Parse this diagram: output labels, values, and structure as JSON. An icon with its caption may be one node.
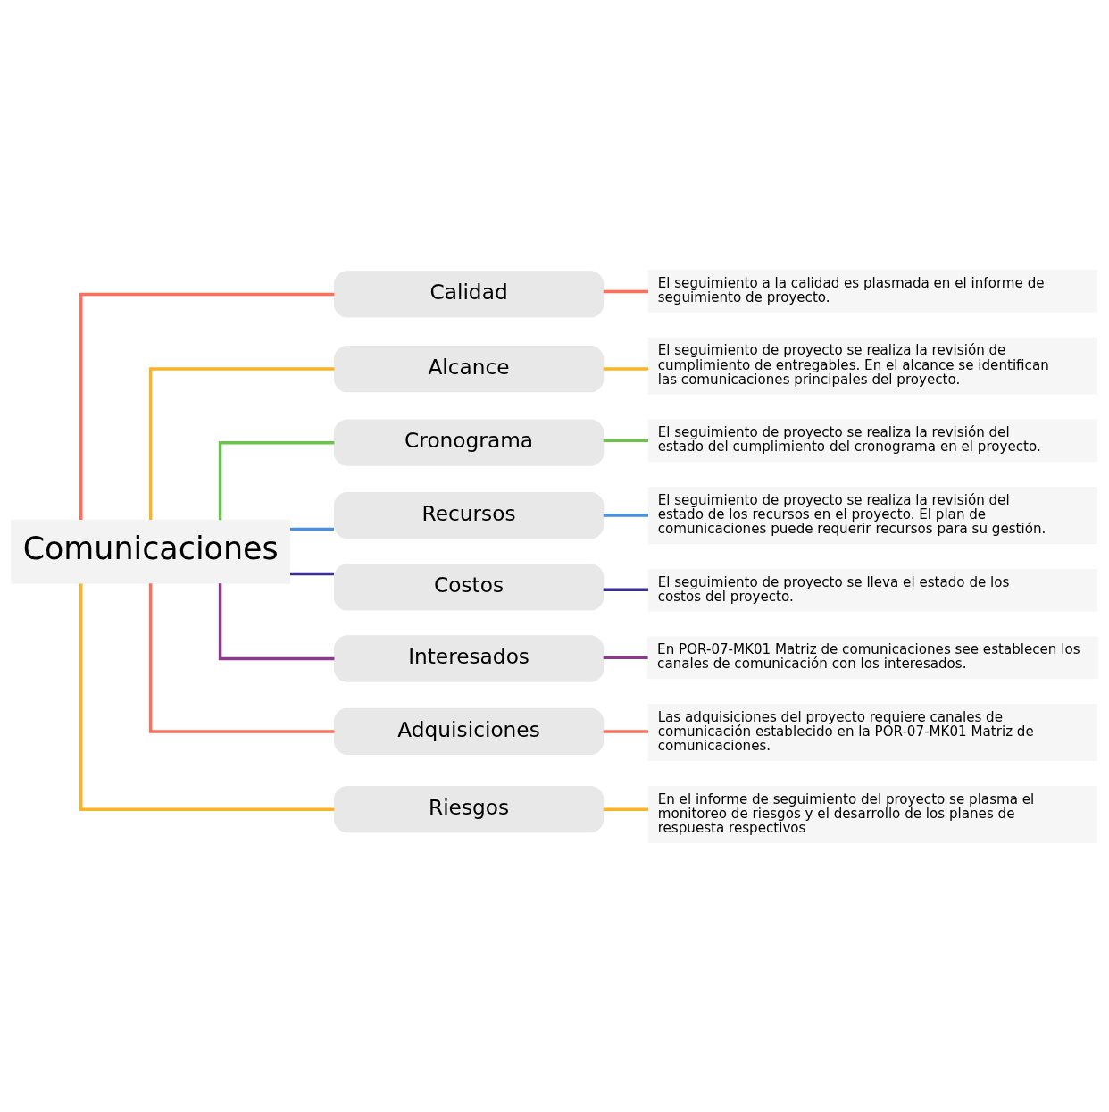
{
  "diagram": {
    "nodes": [
      {
        "text": [
          "Comunicaciones"
        ]
      },
      {
        "text": [
          "Calidad"
        ]
      },
      {
        "text": [
          "El seguimiento a la calidad es plasmada en el informe de seguimiento de proyecto."
        ]
      },
      {
        "text": [
          "Alcance"
        ]
      },
      {
        "text": [
          "El seguimiento de proyecto se realiza la revisión de cumplimiento de entregables. En el alcance se identifican las comunicaciones principales del proyecto."
        ]
      },
      {
        "text": [
          "Cronograma"
        ]
      },
      {
        "text": [
          "El seguimiento de proyecto se realiza la revisión del estado del cumplimiento del cronograma en el proyecto."
        ]
      },
      {
        "text": [
          "Recursos"
        ]
      },
      {
        "text": [
          "El seguimiento de proyecto se realiza la revisión del estado de los recursos en el proyecto. El plan de comunicaciones puede requerir recursos para su gestión."
        ]
      },
      {
        "text": [
          "Costos"
        ]
      },
      {
        "text": [
          "El seguimiento de proyecto se lleva el estado de los costos del proyecto."
        ]
      },
      {
        "text": [
          "Interesados"
        ]
      },
      {
        "text": [
          "En POR-07-MK01 Matriz de comunicaciones see establecen los canales de comunicación con los interesados."
        ]
      },
      {
        "text": [
          "Adquisiciones"
        ]
      },
      {
        "text": [
          "Las adquisiciones del proyecto requiere canales de comunicación establecido en la POR-07-MK01 Matriz de comunicaciones."
        ]
      },
      {
        "text": [
          "Riesgos"
        ]
      },
      {
        "text": [
          "En el informe de seguimiento del proyecto se plasma el monitoreo de riesgos y el desarrollo de los planes de respuesta respectivos"
        ]
      }
    ],
    "edges": [
      {
        "from": 0,
        "to": 1,
        "arrow": "none",
        "color": "#fe6e5a"
      },
      {
        "from": 1,
        "to": 2,
        "arrow": "none",
        "color": "#fe6e5a"
      },
      {
        "from": 0,
        "to": 3,
        "arrow": "none",
        "color": "#fbb323"
      },
      {
        "from": 3,
        "to": 4,
        "arrow": "none",
        "color": "#fbb323"
      },
      {
        "from": 0,
        "to": 5,
        "arrow": "none",
        "color": "#6cc24a"
      },
      {
        "from": 5,
        "to": 6,
        "arrow": "none",
        "color": "#6cc24a"
      },
      {
        "from": 0,
        "to": 7,
        "arrow": "none",
        "color": "#4a8fe0"
      },
      {
        "from": 7,
        "to": 8,
        "arrow": "none",
        "color": "#4a8fe0"
      },
      {
        "from": 0,
        "to": 9,
        "arrow": "none",
        "color": "#3b2f8c"
      },
      {
        "from": 9,
        "to": 10,
        "arrow": "none",
        "color": "#3b2f8c"
      },
      {
        "from": 0,
        "to": 11,
        "arrow": "none",
        "color": "#8e3a8c"
      },
      {
        "from": 11,
        "to": 12,
        "arrow": "none",
        "color": "#8e3a8c"
      },
      {
        "from": 0,
        "to": 13,
        "arrow": "none",
        "color": "#fe6e5a"
      },
      {
        "from": 13,
        "to": 14,
        "arrow": "none",
        "color": "#fe6e5a"
      },
      {
        "from": 0,
        "to": 15,
        "arrow": "none",
        "color": "#fbb323"
      },
      {
        "from": 15,
        "to": 16,
        "arrow": "none",
        "color": "#fbb323"
      }
    ]
  }
}
